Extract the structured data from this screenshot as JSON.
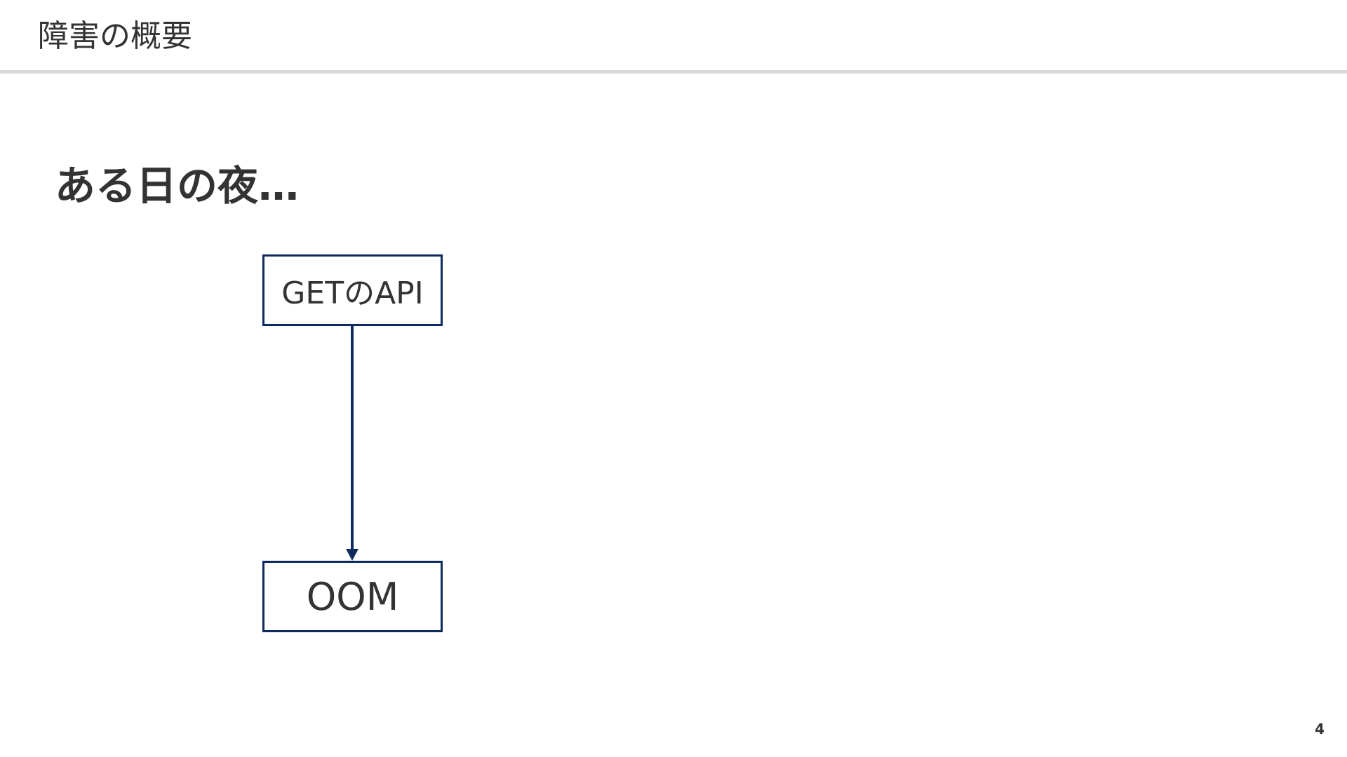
{
  "header": {
    "title": "障害の概要"
  },
  "main": {
    "heading": "ある日の夜…"
  },
  "diagram": {
    "nodes": [
      {
        "id": "get-api",
        "label": "GETのAPI"
      },
      {
        "id": "oom",
        "label": "OOM"
      }
    ],
    "edges": [
      {
        "from": "get-api",
        "to": "oom"
      }
    ]
  },
  "footer": {
    "page_number": "4"
  },
  "colors": {
    "node_border": "#0f2a5e",
    "arrow": "#0f2a5e",
    "text": "#333333",
    "header_rule": "#d9d9d9"
  }
}
